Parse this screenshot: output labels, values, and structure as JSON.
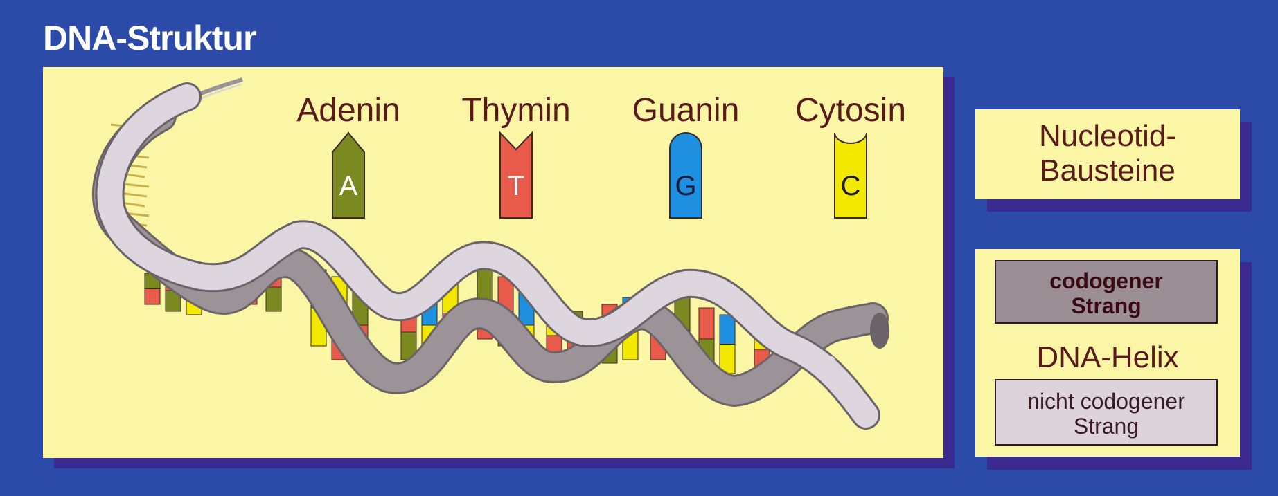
{
  "title": "DNA-Struktur",
  "bases": [
    {
      "name": "Adenin",
      "letter": "A",
      "color": "#7a8a20",
      "shape": "arrow"
    },
    {
      "name": "Thymin",
      "letter": "T",
      "color": "#e85a4a",
      "shape": "notch"
    },
    {
      "name": "Guanin",
      "letter": "G",
      "color": "#1f8fe0",
      "shape": "round"
    },
    {
      "name": "Cytosin",
      "letter": "C",
      "color": "#f2e800",
      "shape": "cup"
    }
  ],
  "legend": {
    "nucleotide": {
      "line1": "Nucleotid-",
      "line2": "Bausteine"
    },
    "helix": {
      "coding_strand": {
        "line1": "codogener",
        "line2": "Strang"
      },
      "title": "DNA-Helix",
      "noncoding_strand": {
        "line1": "nicht codogener",
        "line2": "Strang"
      }
    }
  },
  "colors": {
    "background": "#2c4aa8",
    "panel": "#fbf5a6",
    "shadow": "#3a2a8f",
    "strand_dark": "#9b9398",
    "strand_light": "#ddd6de",
    "label_text": "#5a1a1a"
  }
}
